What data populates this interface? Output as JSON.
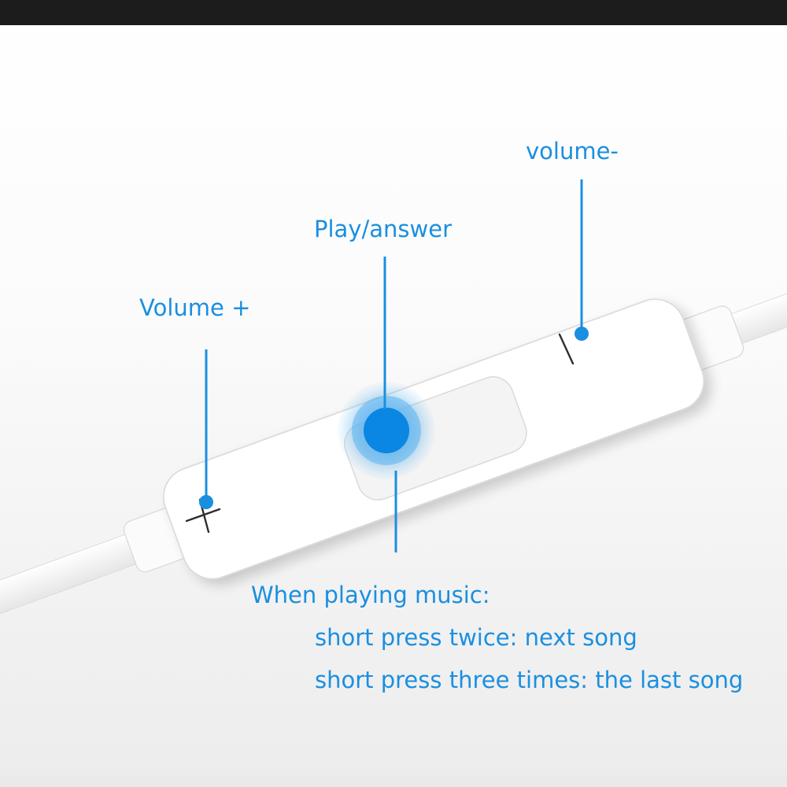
{
  "labels": {
    "volume_minus": "volume-",
    "play_answer": "Play/answer",
    "volume_plus": "Volume +"
  },
  "description": {
    "heading": "When playing music:",
    "lines": [
      "short press twice: next song",
      "short press three times: the last song"
    ]
  },
  "colors": {
    "accent": "#1a8fe0",
    "background": "#f5f5f5",
    "top_bar": "#1c1c1c",
    "remote_body": "#ffffff"
  },
  "icons": {
    "plus": "plus-icon",
    "minus": "minus-icon",
    "play": "play-button-icon"
  }
}
